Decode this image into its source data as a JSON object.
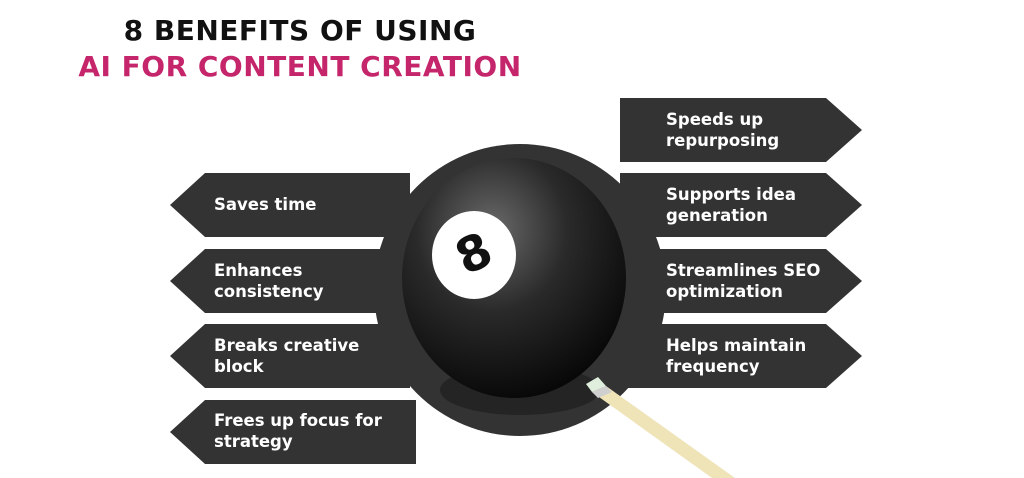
{
  "title": {
    "line1": "8 BENEFITS OF USING",
    "line2": "AI FOR CONTENT CREATION",
    "accent_color": "#c5256b"
  },
  "ball": {
    "number": "8"
  },
  "benefits_left": [
    {
      "line1": "Saves time",
      "line2": ""
    },
    {
      "line1": "Enhances",
      "line2": "consistency"
    },
    {
      "line1": "Breaks creative",
      "line2": "block"
    },
    {
      "line1": "Frees up focus for",
      "line2": "strategy"
    }
  ],
  "benefits_right": [
    {
      "line1": "Speeds up",
      "line2": "repurposing"
    },
    {
      "line1": "Supports idea",
      "line2": "generation"
    },
    {
      "line1": "Streamlines SEO",
      "line2": "optimization"
    },
    {
      "line1": "Helps maintain",
      "line2": "frequency"
    }
  ],
  "colors": {
    "arrow": "#333333",
    "ball": "#111111",
    "cue": "#efe3b8"
  }
}
